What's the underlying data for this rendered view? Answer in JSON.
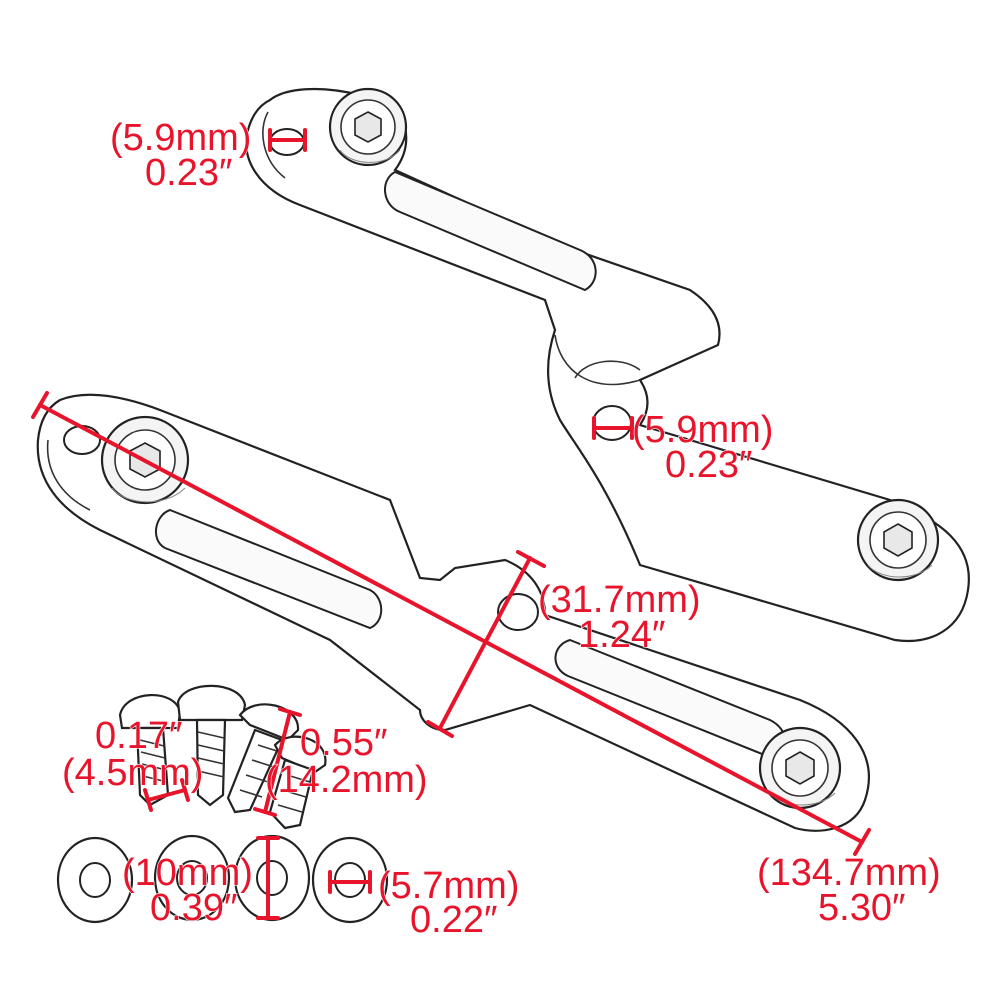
{
  "accent_color": "#e8142b",
  "parts": {
    "upper_bracket": "bracket-upper",
    "lower_bracket": "bracket-lower",
    "screws_count": 4,
    "washers_count": 4
  },
  "dimensions": {
    "upper_end_hole": {
      "mm": "(5.9mm)",
      "inch": "0.23″"
    },
    "upper_center_hole": {
      "mm": "(5.9mm)",
      "inch": "0.23″"
    },
    "offset": {
      "mm": "(31.7mm)",
      "inch": "1.24″"
    },
    "length": {
      "mm": "(134.7mm)",
      "inch": "5.30″"
    },
    "screw_diameter": {
      "inch": "0.17″",
      "mm": "(4.5mm)"
    },
    "screw_length": {
      "inch": "0.55″",
      "mm": "(14.2mm)"
    },
    "washer_outer": {
      "mm": "(10mm)",
      "inch": "0.39″"
    },
    "washer_inner": {
      "mm": "(5.7mm)",
      "inch": "0.22″"
    }
  }
}
